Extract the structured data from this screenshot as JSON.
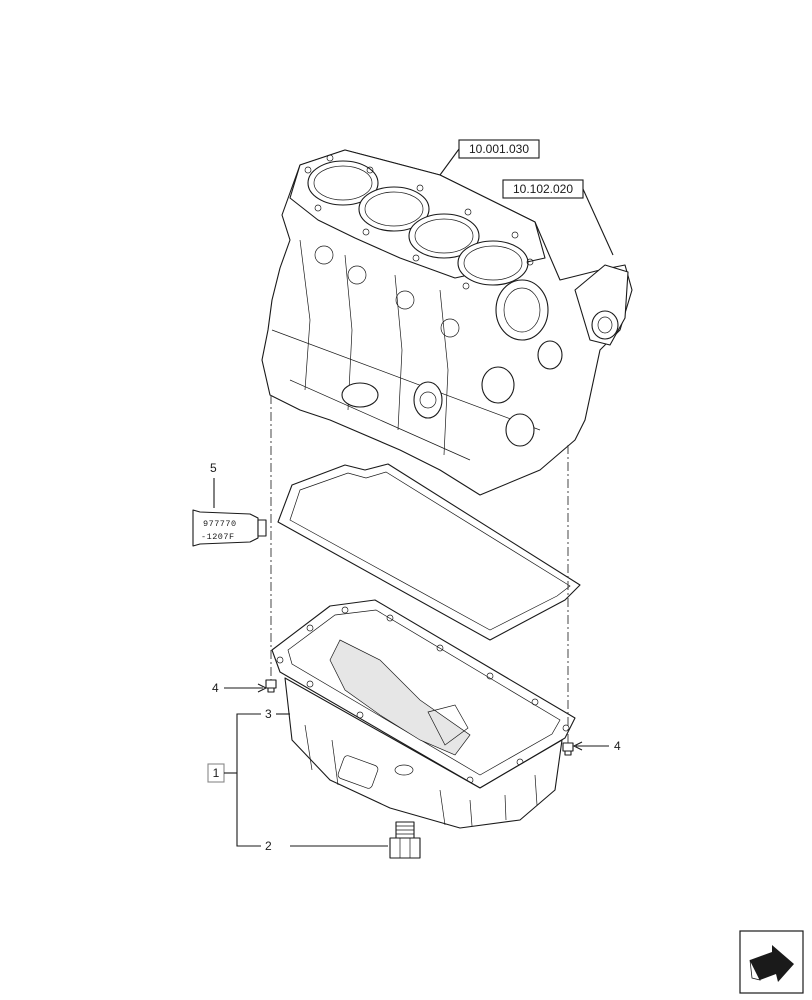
{
  "references": {
    "engine_block": "10.001.030",
    "timing_cover": "10.102.020"
  },
  "callouts": {
    "kit": "1",
    "drain_plug": "2",
    "oil_pan": "3",
    "screw_left": "4",
    "screw_right": "4",
    "sealant": "5"
  },
  "sealant_tube": {
    "line1": "977770",
    "line2": "-1207F"
  },
  "navigation": {
    "icon": "next-page-arrow-icon"
  }
}
